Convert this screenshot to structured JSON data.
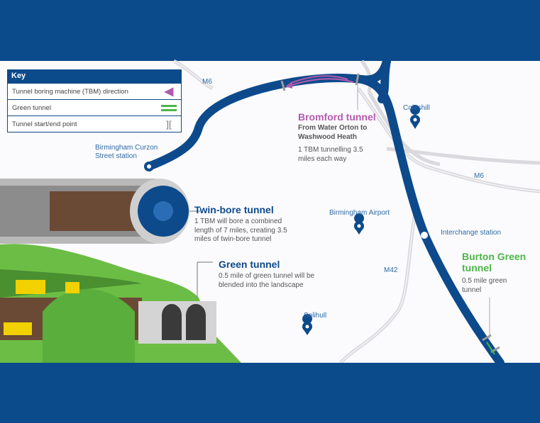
{
  "key": {
    "title": "Key",
    "items": [
      {
        "label": "Tunnel boring machine (TBM) direction",
        "icon": "tbm-direction-arrow-icon"
      },
      {
        "label": "Green tunnel",
        "icon": "green-tunnel-icon"
      },
      {
        "label": "Tunnel start/end point",
        "icon": "tunnel-start-end-icon",
        "symbol": "]["
      }
    ]
  },
  "roads": {
    "m6_west": "M6",
    "m6_east": "M6",
    "m42": "M42"
  },
  "places": {
    "curzon": "Birmingham Curzon Street station",
    "coleshill": "Coleshill",
    "airport": "Birmingham Airport",
    "interchange": "Interchange station",
    "solihull": "Solihull"
  },
  "bromford": {
    "title": "Bromford tunnel",
    "subtitle": "From Water Orton to Washwood Heath",
    "desc": "1 TBM tunnelling 3.5 miles each way"
  },
  "twin_bore": {
    "title": "Twin-bore tunnel",
    "desc": "1 TBM will bore a combined length of 7 miles, creating 3.5 miles of twin-bore tunnel"
  },
  "green_tunnel": {
    "title": "Green tunnel",
    "desc": "0.5 mile of green tunnel will be blended into the landscape"
  },
  "burton_green": {
    "title": "Burton Green tunnel",
    "desc": "0.5 mile green tunnel"
  },
  "colors": {
    "band": "#0b4a8b",
    "route": "#0d4a8c",
    "tbm": "#b25aad",
    "green": "#4cb648",
    "road": "#d8d8dc"
  }
}
